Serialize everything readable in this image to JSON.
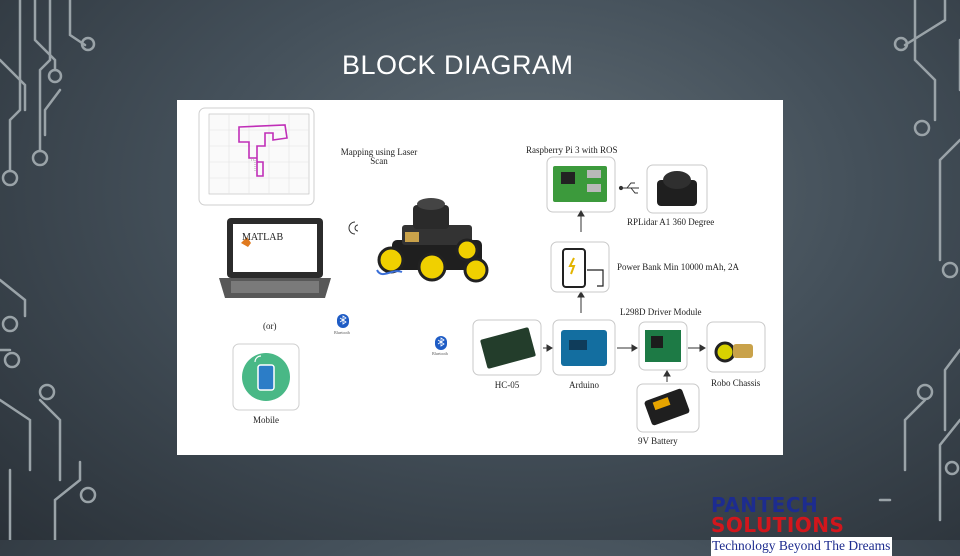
{
  "slide": {
    "title": "BLOCK DIAGRAM"
  },
  "diagram": {
    "mapping_label": "Mapping using Laser\nScan",
    "raspberry_label": "Raspberry Pi 3 with ROS",
    "rplidar_label": "RPLidar A1 360 Degree",
    "powerbank_label": "Power Bank Min 10000 mAh, 2A",
    "driver_label": "L298D Driver Module",
    "hc05_label": "HC-05",
    "arduino_label": "Arduino",
    "chassis_label": "Robo Chassis",
    "battery_label": "9V Battery",
    "or_label": "(or)",
    "mobile_label": "Mobile",
    "matlab_label": "MATLAB",
    "bluetooth_label": "Bluetooth",
    "icons": [
      "bluetooth-icon",
      "usb-icon",
      "wifi-icon",
      "phone-icon",
      "laptop-icon"
    ]
  },
  "brand": {
    "name_part1": "PANTECH ",
    "name_part2": "SOLUTIONS",
    "tagline": "Technology Beyond The Dreams",
    "colors": {
      "primary": "#1d2c8f",
      "accent": "#d2161c"
    }
  }
}
